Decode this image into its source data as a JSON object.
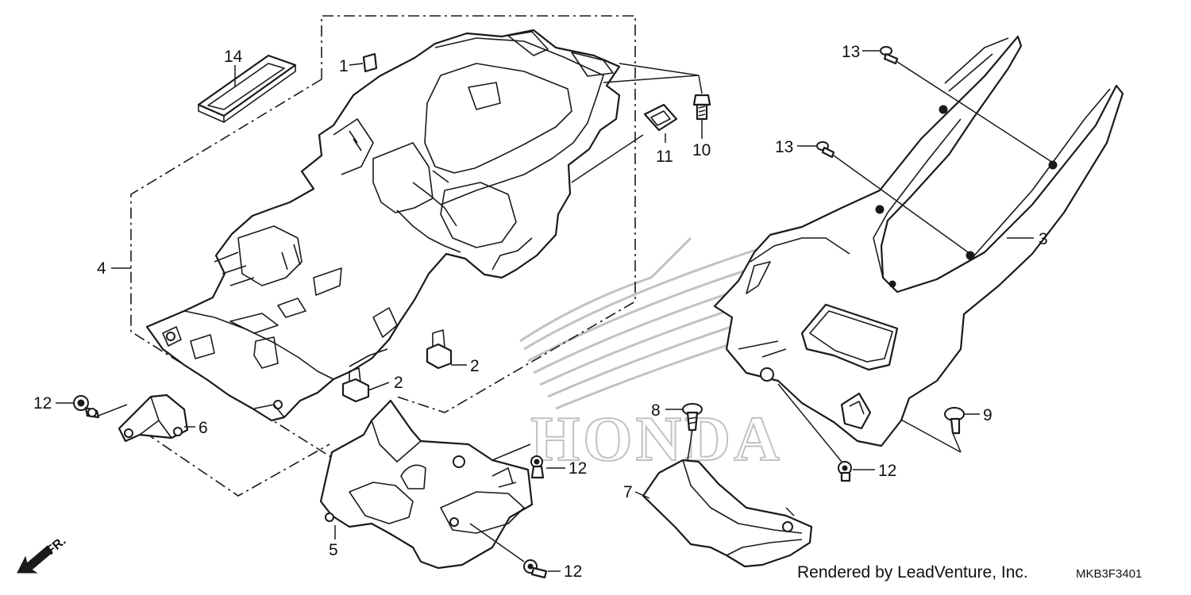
{
  "diagram": {
    "watermark": "HONDA",
    "front_label": "FR.",
    "credit": "Rendered by LeadVenture, Inc.",
    "code": "MKB3F3401",
    "callouts": {
      "c1": "1",
      "c2a": "2",
      "c2b": "2",
      "c3": "3",
      "c4": "4",
      "c5": "5",
      "c6": "6",
      "c7": "7",
      "c8": "8",
      "c9": "9",
      "c10": "10",
      "c11": "11",
      "c12a": "12",
      "c12b": "12",
      "c12c": "12",
      "c12d": "12",
      "c13a": "13",
      "c13b": "13",
      "c14": "14"
    }
  }
}
